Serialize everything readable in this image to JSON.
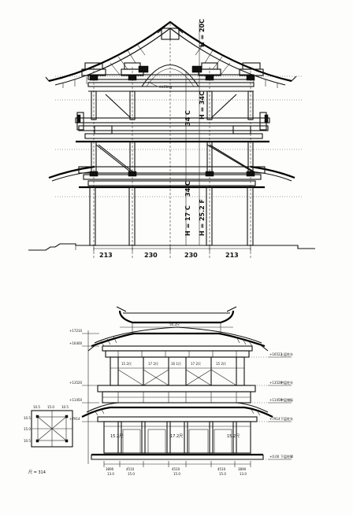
{
  "upper_section": {
    "ceiling_label": "ceiling",
    "bay_dims": [
      "213",
      "230",
      "230",
      "213"
    ],
    "height_labels": {
      "roof": "H = 20C",
      "top_story": "H = 34C",
      "story_unit_upper": "34 C",
      "story_unit_lower": "34 C",
      "ground": "H = 17 C",
      "ground_feet": "H = 25.2 F"
    }
  },
  "lower_section": {
    "level_labels": [
      "上层柱头",
      "中层柱头",
      "中层铺板",
      "下层柱头",
      "下层柱脚"
    ],
    "level_values": [
      "+16523",
      "+13520",
      "+11450",
      "+7914",
      "+0.00"
    ],
    "left_levels": [
      "+17210",
      "+16400",
      "+13520",
      "+11450",
      "+7914"
    ],
    "bay_labels": [
      "15 2尺",
      "17 2尺",
      "16 1尺",
      "17 2尺",
      "15 2尺"
    ],
    "lower_bay_labels": [
      "15.2尺",
      "17.2尺",
      "15.2尺"
    ],
    "bottom_dims": [
      "3890",
      "4510",
      "4510",
      "4510",
      "3890"
    ],
    "bottom_dims_sub": [
      "13.0",
      "15.0",
      "15.0",
      "15.0",
      "13.0"
    ],
    "top_dim": "56.2尺",
    "scale_note": "尺 = 314",
    "plan_dims": [
      "10.5",
      "15.0",
      "10.5"
    ],
    "plan_side_dims": [
      "10.5",
      "15.0",
      "10.5"
    ]
  }
}
